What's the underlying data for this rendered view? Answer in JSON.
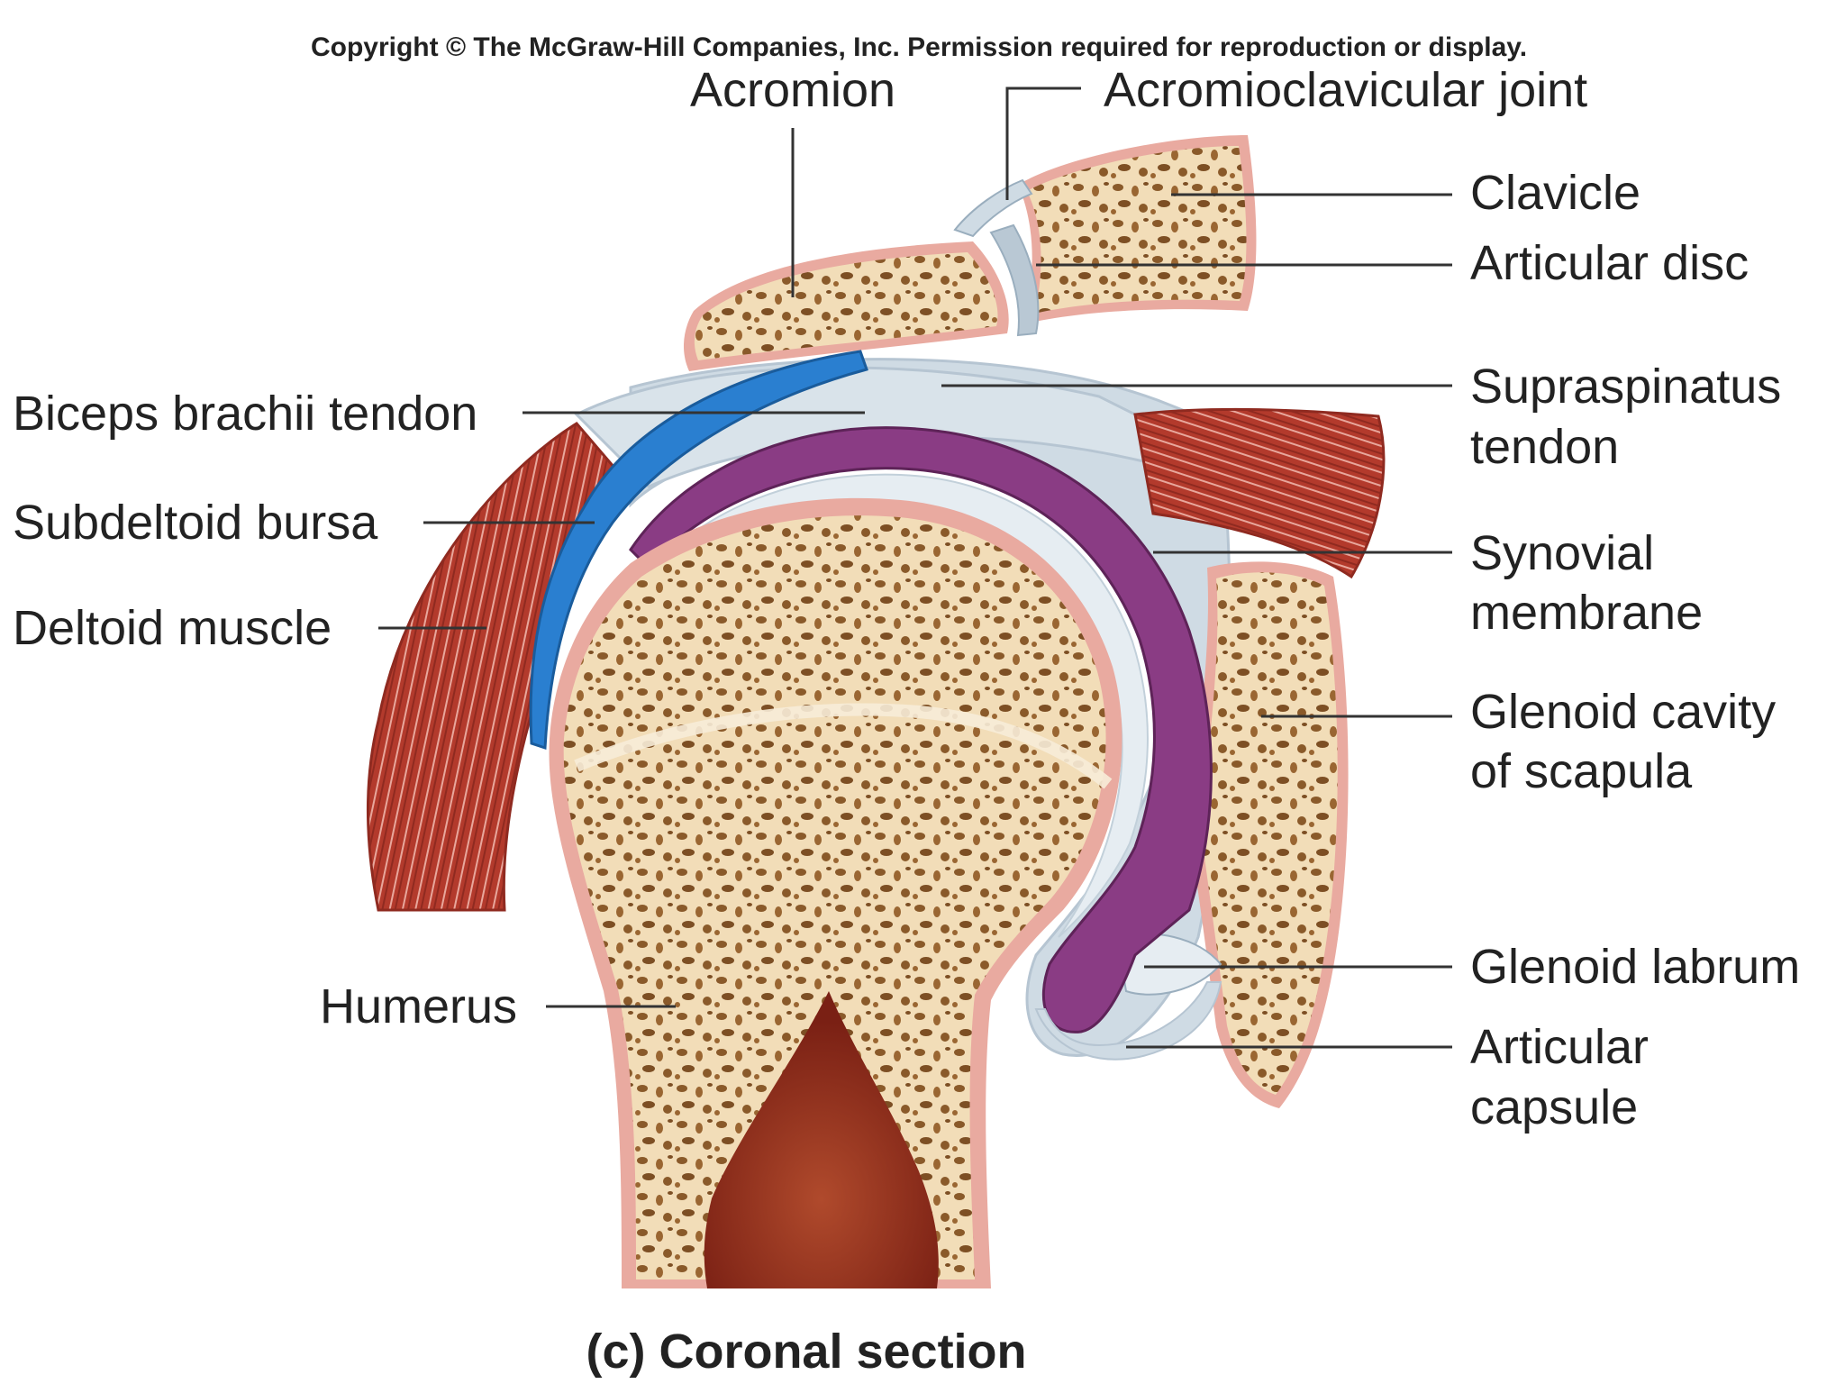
{
  "copyright": "Copyright © The McGraw-Hill Companies, Inc. Permission required for reproduction or display.",
  "caption": "(c) Coronal section",
  "labels": {
    "acromion": "Acromion",
    "acromioclavicular_joint": "Acromioclavicular joint",
    "clavicle": "Clavicle",
    "articular_disc": "Articular disc",
    "biceps_brachii_tendon": "Biceps brachii tendon",
    "supraspinatus_tendon_1": "Supraspinatus",
    "supraspinatus_tendon_2": "tendon",
    "subdeltoid_bursa": "Subdeltoid bursa",
    "synovial_membrane_1": "Synovial",
    "synovial_membrane_2": "membrane",
    "deltoid_muscle": "Deltoid muscle",
    "glenoid_cavity_1": "Glenoid cavity",
    "glenoid_cavity_2": "of scapula",
    "glenoid_labrum": "Glenoid labrum",
    "humerus": "Humerus",
    "articular_capsule_1": "Articular",
    "articular_capsule_2": "capsule"
  },
  "colors": {
    "bone": "#f2ddb8",
    "spongy_pore": "#8a5a2a",
    "cartilage": "#e9aaa0",
    "muscle": "#b33a2c",
    "bursa": "#2a7fd0",
    "synovial": "#8a3c84",
    "capsule": "#cfdbe4",
    "marrow": "#8c2a1c"
  }
}
